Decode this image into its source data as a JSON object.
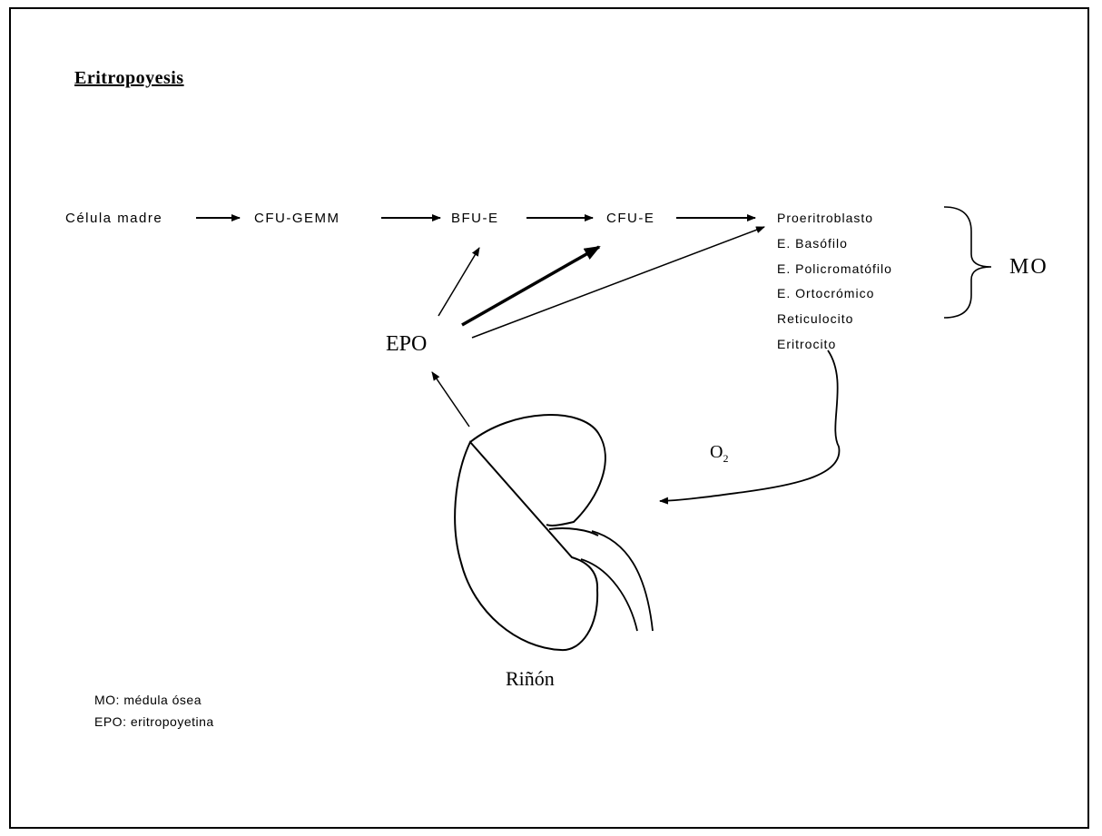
{
  "title": "Eritropoyesis",
  "chain": {
    "stem": "Célula madre",
    "cfu_gemm": "CFU-GEMM",
    "bfu_e": "BFU-E",
    "cfu_e": "CFU-E"
  },
  "stages": [
    "Proeritroblasto",
    "E. Basófilo",
    "E. Policromatófilo",
    "E. Ortocrómico",
    "Reticulocito",
    "Eritrocito"
  ],
  "labels": {
    "epo": "EPO",
    "mo": "MO",
    "o2_main": "O",
    "o2_sub": "2",
    "kidney": "Riñón"
  },
  "legend": [
    "MO: médula ósea",
    "EPO: eritropoyetina"
  ]
}
